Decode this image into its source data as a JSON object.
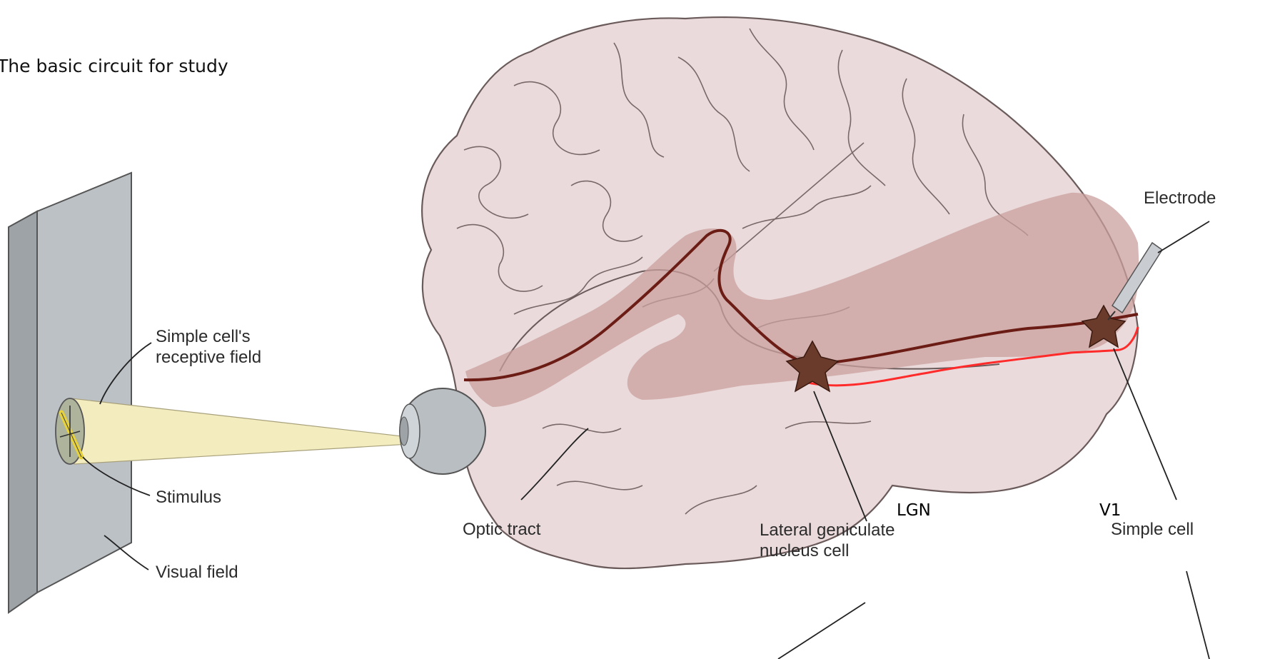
{
  "title": "The basic circuit for study",
  "labels": {
    "receptive_field_line1": "Simple cell's",
    "receptive_field_line2": "receptive field",
    "stimulus": "Stimulus",
    "visual_field": "Visual field",
    "optic_tract": "Optic tract",
    "lgn_cell_line1": "Lateral geniculate",
    "lgn_cell_line2": "nucleus cell",
    "simple_cell": "Simple cell",
    "electrode": "Electrode"
  },
  "annotations": {
    "lgn": "LGN",
    "v1": "V1"
  },
  "colors": {
    "brain_fill": "#eadadb",
    "visual_pathway": "#c9a09d",
    "nerve_path": "#6b1c14",
    "annotation_path": "#ff2a2a",
    "cell": "#6a3a2a",
    "screen": "#b7bcc0",
    "light_cone": "#f3ecbf",
    "stimulus_bar": "#e8d23a"
  }
}
